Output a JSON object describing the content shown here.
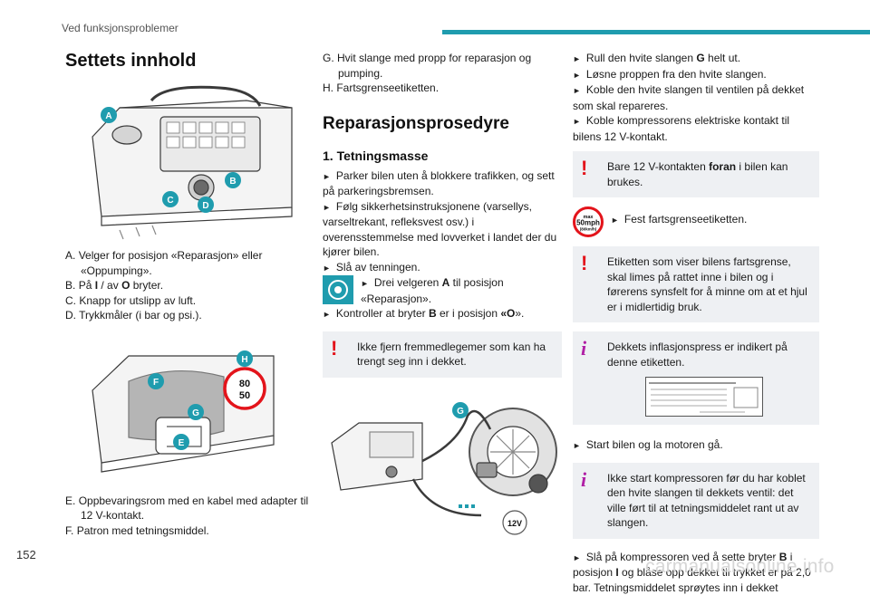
{
  "header": {
    "section": "Ved funksjonsproblemer"
  },
  "footer": {
    "page_number": "152",
    "watermark": "carmanualsonline.info"
  },
  "col1": {
    "title": "Settets innhold",
    "fig1_labels": [
      "A",
      "B",
      "C",
      "D"
    ],
    "list1": [
      {
        "letter": "A.",
        "text": "Velger for posisjon «Reparasjon» eller «Oppumping»."
      },
      {
        "letter": "B.",
        "pre": "På ",
        "b1": "I",
        "mid": " / av ",
        "b2": "O",
        "post": " bryter."
      },
      {
        "letter": "C.",
        "text": "Knapp for utslipp av luft."
      },
      {
        "letter": "D.",
        "text": "Trykkmåler (i bar og psi.)."
      }
    ],
    "fig2_labels": [
      "H",
      "F",
      "G",
      "E"
    ],
    "sign_values": [
      "80",
      "50"
    ],
    "list2": [
      {
        "letter": "E.",
        "text": "Oppbevaringsrom med en kabel med adapter til 12 V-kontakt."
      },
      {
        "letter": "F.",
        "text": "Patron med tetningsmiddel."
      }
    ]
  },
  "col2": {
    "list_top": [
      {
        "letter": "G.",
        "text": "Hvit slange med propp for reparasjon og pumping."
      },
      {
        "letter": "H.",
        "text": "Fartsgrenseetiketten."
      }
    ],
    "title": "Reparasjonsprosedyre",
    "subtitle": "1. Tetningsmasse",
    "steps": [
      "Parker bilen uten å blokkere trafikken, og sett på parkeringsbremsen.",
      "Følg sikkerhetsinstruksjonene (varsellys, varseltrekant, refleksvest osv.) i overensstemmelse med lovverket i landet der du kjører bilen.",
      "Slå av tenningen."
    ],
    "step_selector": {
      "pre": "Drei velgeren ",
      "bold": "A",
      "post": " til posisjon «Reparasjon»."
    },
    "step_switch": {
      "pre": "Kontroller at bryter ",
      "b1": "B",
      "mid": " er i posisjon ",
      "b2": "«O",
      "post": "»."
    },
    "warning": "Ikke fjern fremmedlegemer som kan ha trengt seg inn i dekket.",
    "fig_label": "G",
    "fig_plug": "12V"
  },
  "col3": {
    "steps": [
      {
        "pre": "Rull den hvite slangen ",
        "bold": "G",
        "post": " helt ut."
      },
      {
        "text": "Løsne proppen fra den hvite slangen."
      },
      {
        "text": "Koble den hvite slangen til ventilen på dekket som skal repareres."
      },
      {
        "text": "Koble kompressorens elektriske kontakt til bilens 12 V-kontakt."
      }
    ],
    "warning1": {
      "pre": "Bare 12 V-kontakten ",
      "bold": "foran",
      "post": " i bilen kan brukes."
    },
    "sticker": {
      "line1": "max",
      "line2": "50mph",
      "line3": "(80km/h)"
    },
    "step_sticker": "Fest fartsgrenseetiketten.",
    "warning2": "Etiketten som viser bilens fartsgrense, skal limes på rattet inne i bilen og i førerens synsfelt for å minne om at et hjul er i midlertidig bruk.",
    "info1": "Dekkets inflasjonspress er indikert på denne etiketten.",
    "step_start": "Start bilen og la motoren gå.",
    "info2": "Ikke start kompressoren før du har koblet den hvite slangen til dekkets ventil: det ville ført til at tetningsmiddelet rant ut av slangen.",
    "step_last": {
      "pre": "Slå på kompressoren ved å sette bryter ",
      "b1": "B",
      "mid": " i posisjon ",
      "b2": "I",
      "post": " og blåse opp dekket til trykket er på 2,0 bar. Tetningsmiddelet sprøytes inn i dekket"
    }
  },
  "colors": {
    "accent": "#1f9cae",
    "warning": "#e3141b",
    "info": "#b01fa5",
    "note_bg": "#eef0f3"
  }
}
